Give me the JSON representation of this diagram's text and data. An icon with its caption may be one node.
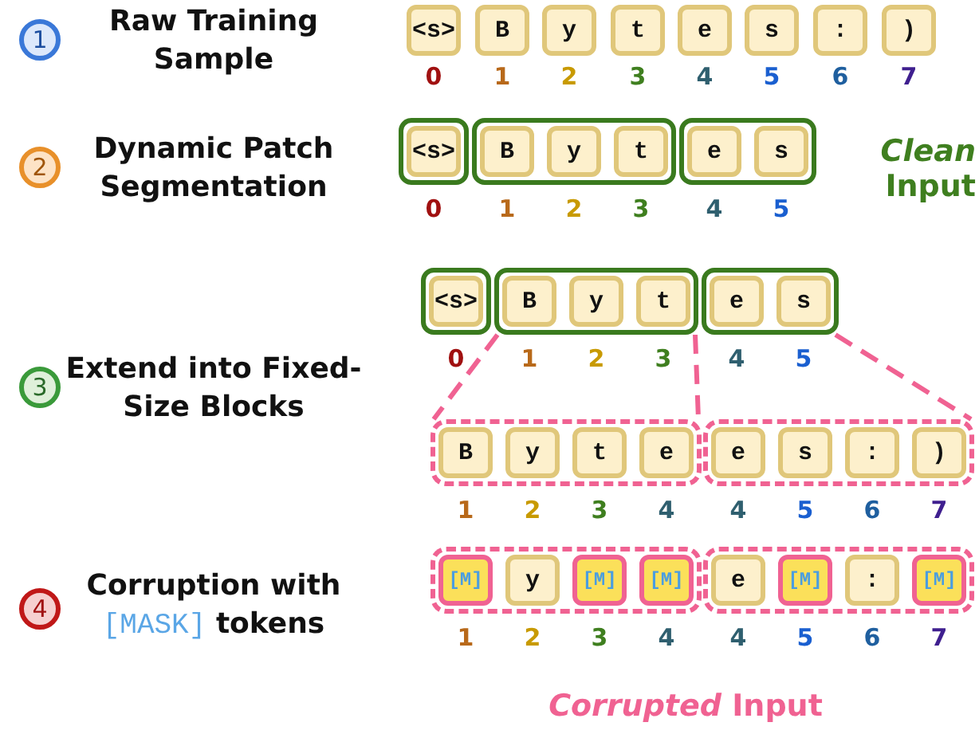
{
  "diagram": {
    "nodes": [
      {
        "text": [
          "1"
        ],
        "beside": [
          "Raw Training Sample"
        ]
      },
      {
        "text": [
          "<s>"
        ],
        "beside": [
          "0"
        ]
      },
      {
        "text": [
          "B"
        ],
        "beside": [
          "1"
        ]
      },
      {
        "text": [
          "y"
        ],
        "beside": [
          "2"
        ]
      },
      {
        "text": [
          "t"
        ],
        "beside": [
          "3"
        ]
      },
      {
        "text": [
          "e"
        ],
        "beside": [
          "4"
        ]
      },
      {
        "text": [
          "s"
        ],
        "beside": [
          "5"
        ]
      },
      {
        "text": [
          ":"
        ],
        "beside": [
          "6"
        ]
      },
      {
        "text": [
          ")"
        ],
        "beside": [
          "7"
        ]
      },
      {
        "text": [
          "2"
        ],
        "beside": [
          "Dynamic Patch Segmentation"
        ]
      },
      {
        "text": [],
        "shape": "box"
      },
      {
        "text": [
          "<s>"
        ],
        "beside": [
          "0"
        ],
        "in": 10
      },
      {
        "text": [],
        "shape": "box"
      },
      {
        "text": [
          "B"
        ],
        "beside": [
          "1"
        ],
        "in": 12
      },
      {
        "text": [
          "y"
        ],
        "beside": [
          "2"
        ],
        "in": 12
      },
      {
        "text": [
          "t"
        ],
        "beside": [
          "3"
        ],
        "in": 12
      },
      {
        "text": [],
        "shape": "box"
      },
      {
        "text": [
          "e"
        ],
        "beside": [
          "4"
        ],
        "in": 16
      },
      {
        "text": [
          "s"
        ],
        "beside": [
          "5"
        ],
        "in": 16
      },
      {
        "text": [
          "3"
        ],
        "beside": [
          "Extend into Fixed-Size Blocks"
        ]
      },
      {
        "text": [],
        "shape": "box"
      },
      {
        "text": [
          "<s>"
        ],
        "beside": [
          "0"
        ],
        "in": 20
      },
      {
        "text": [],
        "shape": "box"
      },
      {
        "text": [
          "B"
        ],
        "beside": [
          "1"
        ],
        "in": 22
      },
      {
        "text": [
          "y"
        ],
        "beside": [
          "2"
        ],
        "in": 22
      },
      {
        "text": [
          "t"
        ],
        "beside": [
          "3"
        ],
        "in": 22
      },
      {
        "text": [],
        "shape": "box"
      },
      {
        "text": [
          "e"
        ],
        "beside": [
          "4"
        ],
        "in": 26
      },
      {
        "text": [
          "s"
        ],
        "beside": [
          "5"
        ],
        "in": 26
      },
      {
        "text": [],
        "shape": "box"
      },
      {
        "text": [
          "B"
        ],
        "beside": [
          "1"
        ],
        "in": 29
      },
      {
        "text": [
          "y"
        ],
        "beside": [
          "2"
        ],
        "in": 29
      },
      {
        "text": [
          "t"
        ],
        "beside": [
          "3"
        ],
        "in": 29
      },
      {
        "text": [
          "e"
        ],
        "beside": [
          "4"
        ],
        "in": 29
      },
      {
        "text": [],
        "shape": "box"
      },
      {
        "text": [
          "e"
        ],
        "beside": [
          "4"
        ],
        "in": 34
      },
      {
        "text": [
          "s"
        ],
        "beside": [
          "5"
        ],
        "in": 34
      },
      {
        "text": [
          ":"
        ],
        "beside": [
          "6"
        ],
        "in": 34
      },
      {
        "text": [
          ")"
        ],
        "beside": [
          "7"
        ],
        "in": 34
      },
      {
        "text": [
          "4"
        ],
        "beside": [
          "Corruption with",
          "[MASK]",
          "tokens"
        ]
      },
      {
        "text": [],
        "shape": "box"
      },
      {
        "text": [
          "[M]"
        ],
        "beside": [
          "1"
        ],
        "in": 40
      },
      {
        "text": [
          "y"
        ],
        "beside": [
          "2"
        ],
        "in": 40
      },
      {
        "text": [
          "[M]"
        ],
        "beside": [
          "3"
        ],
        "in": 40
      },
      {
        "text": [
          "[M]"
        ],
        "beside": [
          "4"
        ],
        "in": 40
      },
      {
        "text": [],
        "shape": "box"
      },
      {
        "text": [
          "e"
        ],
        "beside": [
          "4"
        ],
        "in": 45
      },
      {
        "text": [
          "[M]"
        ],
        "beside": [
          "5"
        ],
        "in": 45
      },
      {
        "text": [
          ":"
        ],
        "beside": [
          "6"
        ],
        "in": 45
      },
      {
        "text": [
          "[M]"
        ],
        "beside": [
          "7"
        ],
        "in": 45
      }
    ],
    "edges": [
      {
        "from": 22,
        "to": 29,
        "arrow": "none",
        "style": "dashed",
        "color": "#f06292"
      },
      {
        "from": 22,
        "to": 29,
        "arrow": "none",
        "style": "dashed",
        "color": "#f06292"
      },
      {
        "from": 26,
        "to": 34,
        "arrow": "none",
        "style": "dashed",
        "color": "#f06292"
      }
    ],
    "labels": [
      "*Clean* Input",
      "*Corrupted* Input"
    ]
  }
}
